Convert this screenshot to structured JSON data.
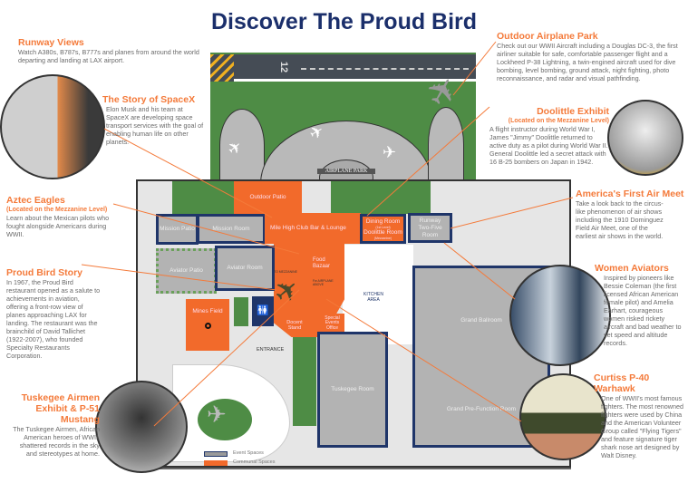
{
  "title": "Discover The Proud Bird",
  "callouts": {
    "runway": {
      "title": "Runway Views",
      "text": "Watch A380s, B787s, B777s and planes from around the world departing and landing at LAX airport."
    },
    "spacex": {
      "title": "The Story of SpaceX",
      "text": "Elon Musk and his team at SpaceX are developing space transport services with the goal of enabling human life on other planets."
    },
    "aztec": {
      "title": "Aztec Eagles",
      "sub": "(Located on the Mezzanine Level)",
      "text": "Learn about the Mexican pilots who fought alongside Americans during WWII."
    },
    "proud": {
      "title": "Proud Bird Story",
      "text": "In 1967, the Proud Bird restaurant opened as a salute to achievements in aviation, offering a front-row view of planes approaching LAX for landing. The restaurant was the brainchild of David Tallichet (1922-2007), who founded Specialty Restaurants Corporation."
    },
    "tuskegee": {
      "title": "Tuskegee Airmen Exhibit & P-51 Mustang",
      "text": "The Tuskegee Airmen, African American heroes of WWII, shattered records in the sky and stereotypes at home."
    },
    "park": {
      "title": "Outdoor Airplane Park",
      "text": "Check out our WWII Aircraft including a Douglas DC-3, the first airliner suitable for safe, comfortable passenger flight and a Lockheed P-38 Lightning, a twin-engined aircraft used for dive bombing, level bombing, ground attack, night fighting, photo reconnaissance, and radar and visual pathfinding."
    },
    "doolittle": {
      "title": "Doolittle Exhibit",
      "sub": "(Located on the Mezzanine Level)",
      "text": "A flight instructor during World War I, James \"Jimmy\" Doolittle returned to active duty as a pilot during World War II. General Doolittle led a secret attack with 16 B-25 bombers on Japan in 1942."
    },
    "airmeet": {
      "title": "America's First Air Meet",
      "text": "Take a look back to the circus-like phenomenon of air shows including the 1910 Dominguez Field Air Meet, one of the earliest air shows in the world."
    },
    "women": {
      "title": "Women Aviators",
      "text": "Inspired by pioneers like Bessie Coleman (the first licensed African American female pilot) and Amelia Earhart, courageous women risked rickety aircraft and bad weather to set speed and altitude records."
    },
    "curtiss": {
      "title": "Curtiss P-40 Warhawk",
      "text": "One of WWII's most famous fighters. The most renowned fighters were used by China and the American Volunteer Group called \"Flying Tigers\" and feature signature tiger shark nose art designed by Walt Disney."
    }
  },
  "map": {
    "runway_number": "12",
    "airplane_park": "AIRPLANE PARK",
    "outdoor_patio": "Outdoor Patio",
    "mission_patio": "Mission Patio",
    "mission_room": "Mission Room",
    "mile_high": "Mile High Club Bar & Lounge",
    "dining_room": "Dining Room",
    "dining_sub": "(1st Level)",
    "doolittle_room": "Doolittle Room",
    "doolittle_sub": "(Mezzanine)",
    "runway_room": "Runway Two-Five Room",
    "aviator_patio": "Aviator Patio",
    "aviator_room": "Aviator Room",
    "food_bazaar": "Food Bazaar",
    "to_mezzanine": "TO MEZZANINE",
    "plane_above": "Fw AIRPLANE ABOVE",
    "mines_field": "Mines Field",
    "docent": "Docent Stand",
    "special_events": "Special Events Office",
    "kitchen": "KITCHEN AREA",
    "entrance": "ENTRANCE",
    "grand_ballroom": "Grand Ballroom",
    "tuskegee_room": "Tuskegee Room",
    "pre_function": "Grand Pre-Function Room"
  },
  "legend": {
    "event": "Event Spaces",
    "communal": "Communal Spaces"
  },
  "colors": {
    "orange": "#f26a2b",
    "navy": "#1f3569",
    "gray": "#b3b3b3",
    "green": "#4e8c45",
    "title": "#1b2f6b"
  }
}
